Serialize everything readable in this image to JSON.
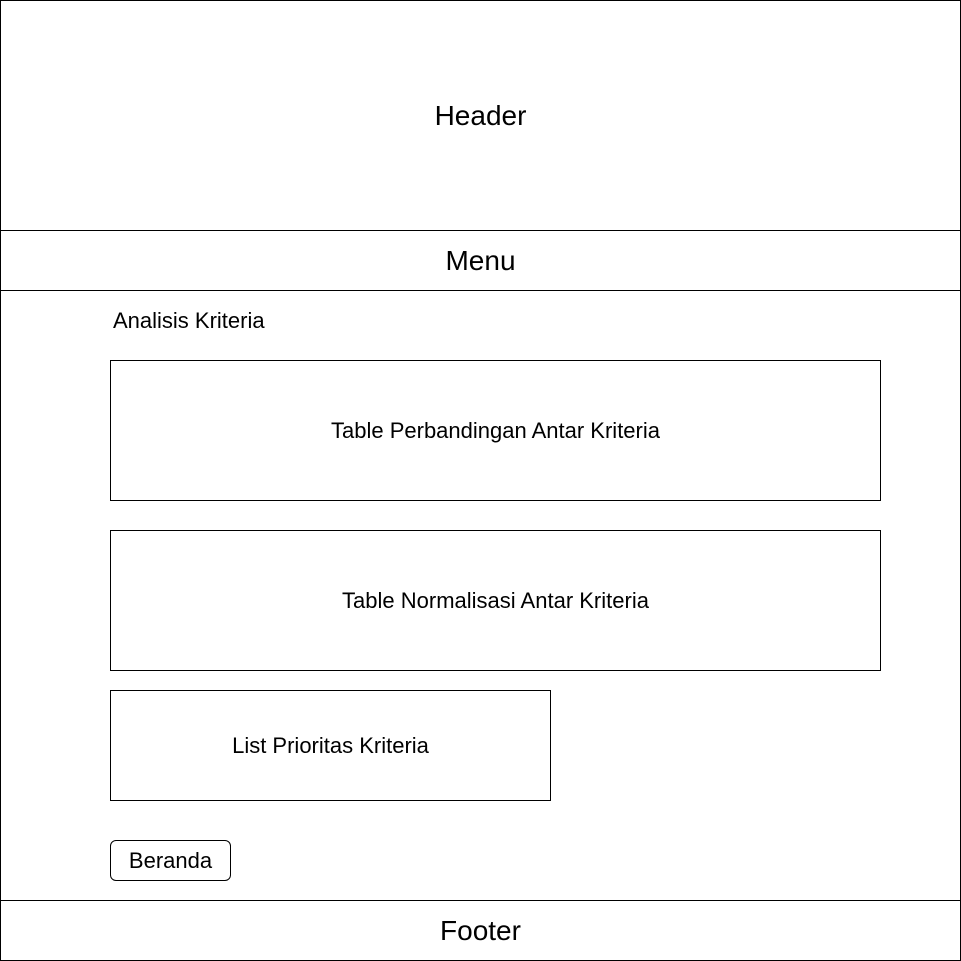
{
  "layout_blocks": {
    "header_label": "Header",
    "menu_label": "Menu",
    "footer_label": "Footer"
  },
  "content": {
    "title": "Analisis Kriteria",
    "panels": [
      {
        "label": "Table Perbandingan Antar Kriteria"
      },
      {
        "label": "Table Normalisasi Antar Kriteria"
      },
      {
        "label": "List Prioritas Kriteria"
      }
    ],
    "home_button_label": "Beranda"
  }
}
